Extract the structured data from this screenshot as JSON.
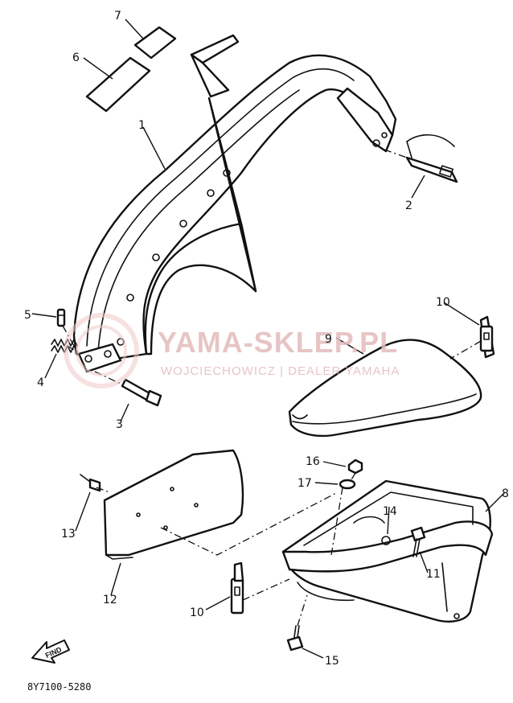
{
  "diagram": {
    "part_numbers": {
      "p1": "1",
      "p2": "2",
      "p3": "3",
      "p4": "4",
      "p5": "5",
      "p6": "6",
      "p7": "7",
      "p8": "8",
      "p9": "9",
      "p10a": "10",
      "p10b": "10",
      "p11": "11",
      "p12": "12",
      "p13": "13",
      "p14": "14",
      "p15": "15",
      "p16": "16",
      "p17": "17"
    },
    "drawing_code": "8Y7100-5280",
    "find_label": "FIND"
  },
  "watermark": {
    "brand": "YAMA-SKLEP.PL",
    "subtitle": "WOJCIECHOWICZ | DEALER YAMAHA",
    "color": "#e3bcbc",
    "logo_color": "#efc9c9"
  }
}
